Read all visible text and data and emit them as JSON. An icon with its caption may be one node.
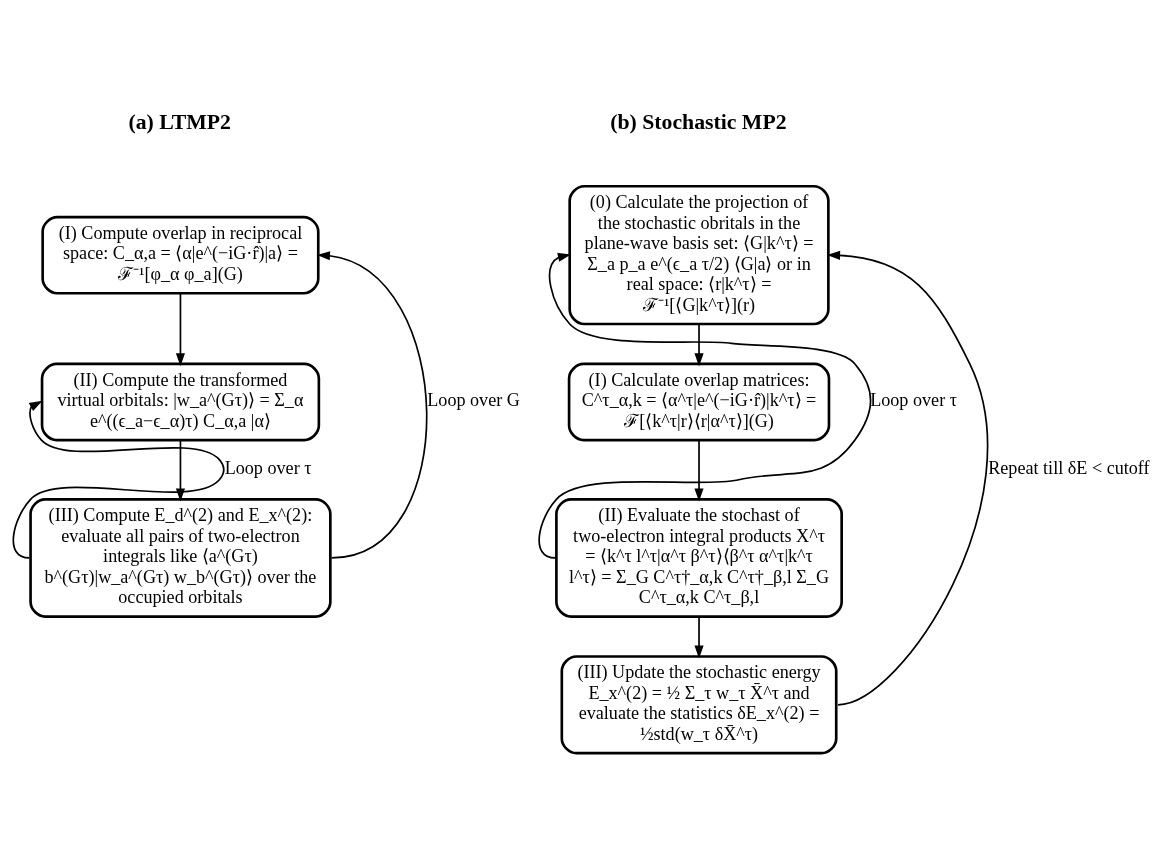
{
  "diagram": {
    "nodes": [
      {
        "text": [
          "(I) Compute overlap in reciprocal space: C_α,a = ⟨α|e^(−iG·r̂)|a⟩ = ℱ⁻¹[φ_α φ_a](G)"
        ]
      },
      {
        "text": [
          "(II) Compute the transformed virtual orbitals: |w_a^(Gτ)⟩ = Σ_α e^((ϵ_a−ϵ_α)τ) C_α,a |α⟩"
        ]
      },
      {
        "text": [
          "(III) Compute E_d^(2) and E_x^(2): evaluate all pairs of two-electron integrals like ⟨a^(Gτ) b^(Gτ)|w_a^(Gτ) w_b^(Gτ)⟩ over the occupied orbitals"
        ]
      },
      {
        "text": [
          "(0) Calculate the projection of the stochastic obritals in the plane-wave basis set: ⟨G|k^τ⟩ = Σ_a p_a e^(ϵ_a τ/2) ⟨G|a⟩ or in real space: ⟨r|k^τ⟩ = ℱ⁻¹[⟨G|k^τ⟩](r)"
        ]
      },
      {
        "text": [
          "(I) Calculate overlap matrices: C^τ_α,k = ⟨α^τ|e^(−iG·r̂)|k^τ⟩ = ℱ[⟨k^τ|r⟩⟨r|α^τ⟩](G)"
        ]
      },
      {
        "text": [
          "(II) Evaluate the stochast of two-electron integral products X^τ = ⟨k^τ l^τ|α^τ β^τ⟩⟨β^τ α^τ|k^τ l^τ⟩ = Σ_G C^τ†_α,k C^τ†_β,l Σ_G C^τ_α,k C^τ_β,l"
        ]
      },
      {
        "text": [
          "(III) Update the stochastic energy E_x^(2) = ½ Σ_τ w_τ X̄^τ and evaluate the statistics δE_x^(2) = ½std(w_τ δX̄^τ)"
        ]
      }
    ],
    "edges": [
      {
        "from": 0,
        "to": 1,
        "arrow": "to"
      },
      {
        "from": 1,
        "to": 2,
        "arrow": "to"
      },
      {
        "from": 2,
        "to": 1,
        "arrow": "to",
        "label": "Loop over τ"
      },
      {
        "from": 2,
        "to": 0,
        "arrow": "to",
        "label": "Loop over G"
      },
      {
        "from": 3,
        "to": 4,
        "arrow": "to"
      },
      {
        "from": 4,
        "to": 5,
        "arrow": "to"
      },
      {
        "from": 5,
        "to": 6,
        "arrow": "to"
      },
      {
        "from": 5,
        "to": 3,
        "arrow": "to",
        "label": "Loop over τ"
      },
      {
        "from": 6,
        "to": 3,
        "arrow": "to",
        "label": "Repeat till δE < cutoff"
      }
    ],
    "labels": [
      "(a) LTMP2",
      "(b) Stochastic MP2"
    ]
  }
}
